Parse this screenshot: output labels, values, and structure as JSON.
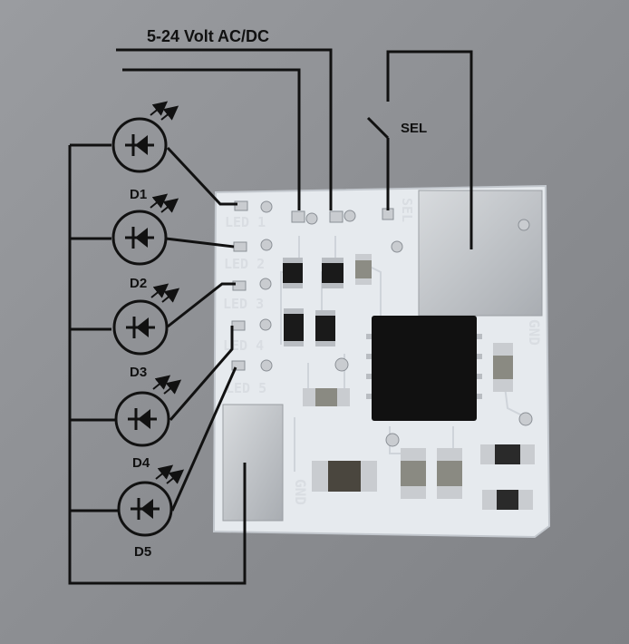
{
  "supply_label": "5-24 Volt AC/DC",
  "switch_label": "SEL",
  "leds": [
    {
      "label": "D1",
      "silk": "LED 1"
    },
    {
      "label": "D2",
      "silk": "LED 2"
    },
    {
      "label": "D3",
      "silk": "LED 3"
    },
    {
      "label": "D4",
      "silk": "LED 4"
    },
    {
      "label": "D5",
      "silk": "LED 5"
    }
  ],
  "silk_sel": "SEL",
  "silk_gnd_right": "GND",
  "silk_gnd_bottom": "GND",
  "colors": {
    "background": "#8d8f93",
    "board": "#e6eaee",
    "wire": "#111111",
    "pad": "#c9ccd0",
    "chip": "#111111"
  },
  "icons": [
    "led-symbol-icon",
    "switch-icon"
  ]
}
